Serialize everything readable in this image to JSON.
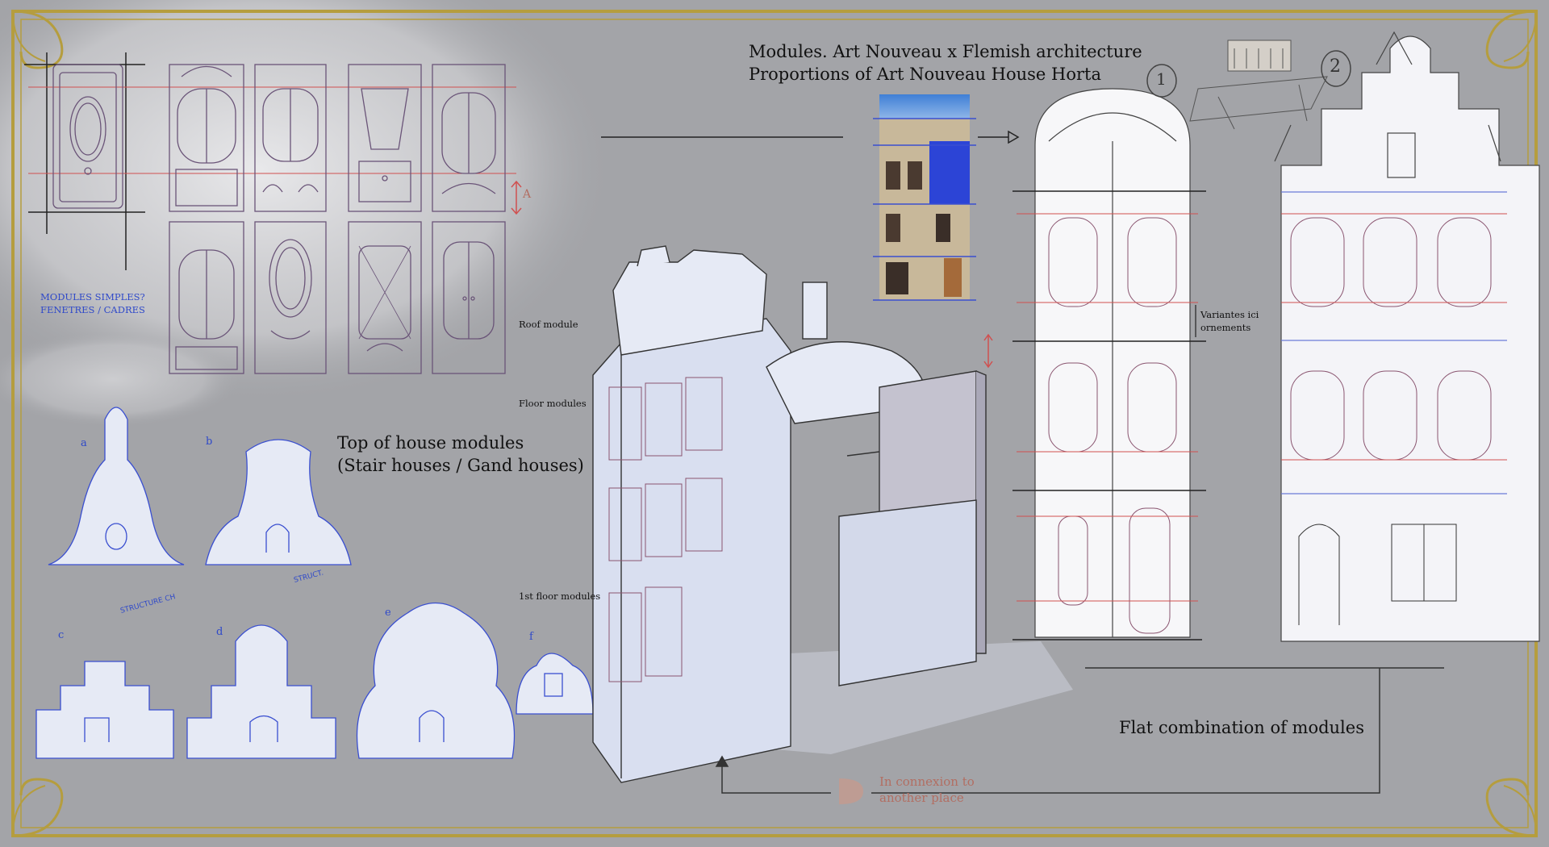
{
  "header": {
    "title_line1": "Modules. Art Nouveau x Flemish architecture",
    "title_line2": "Proportions of Art Nouveau House Horta"
  },
  "windows": {
    "note_line1": "MODULES SIMPLES?",
    "note_line2": "FENETRES / CADRES",
    "marker_a": "A"
  },
  "tops": {
    "heading_line1": "Top of house modules",
    "heading_line2": "(Stair houses / Gand houses)",
    "letters": [
      "a",
      "b",
      "c",
      "d",
      "e",
      "f"
    ]
  },
  "building3d": {
    "roof_label": "Roof module",
    "floor_label": "Floor modules",
    "first_floor_label": "1st floor modules"
  },
  "facades": {
    "number_1": "1",
    "number_2": "2",
    "variants_line1": "Variantes ici",
    "variants_line2": "ornements",
    "flat_label": "Flat combination of modules"
  },
  "connexion": {
    "line1": "In connexion to",
    "line2": "another place",
    "letter": "D"
  },
  "colors": {
    "background": "#a3a4a8",
    "frame_gold": "#b59d3e",
    "sketch_purple": "#6a5478",
    "guide_red": "#d05050",
    "guide_blue": "#3a4fd0",
    "note_blue": "#2f49c9",
    "fill_blue": "#e6eaf5"
  }
}
